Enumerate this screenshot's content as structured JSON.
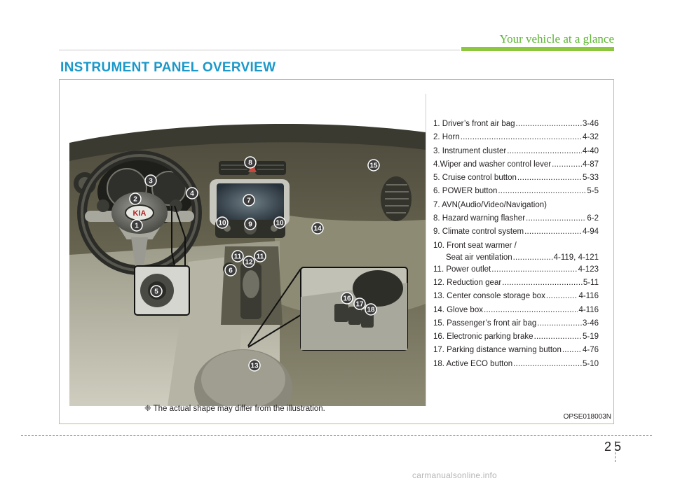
{
  "header": {
    "section": "Your vehicle at a glance"
  },
  "title": "INSTRUMENT PANEL OVERVIEW",
  "items": [
    {
      "label": "1. Driver’s front air bag",
      "page": "3-46"
    },
    {
      "label": "2. Horn",
      "page": "4-32"
    },
    {
      "label": "3. Instrument cluster",
      "page": "4-40"
    },
    {
      "label": "4.Wiper and washer control lever",
      "page": "4-87"
    },
    {
      "label": "5. Cruise control button",
      "page": "5-33"
    },
    {
      "label": "6. POWER button",
      "page": "5-5"
    },
    {
      "label": "7. AVN(Audio/Video/Navigation)",
      "page": ""
    },
    {
      "label": "8. Hazard warning flasher",
      "page": "6-2"
    },
    {
      "label": "9. Climate control system",
      "page": "4-94"
    },
    {
      "label": "10. Front seat warmer /",
      "label2": "Seat air ventilation",
      "page": "4-119, 4-121"
    },
    {
      "label": "11. Power outlet",
      "page": "4-123"
    },
    {
      "label": "12. Reduction gear",
      "page": "5-11"
    },
    {
      "label": "13. Center console storage box",
      "page": "4-116"
    },
    {
      "label": "14. Glove box",
      "page": "4-116"
    },
    {
      "label": "15. Passenger’s front air bag",
      "page": "3-46"
    },
    {
      "label": "16. Electronic parking brake",
      "page": "5-19"
    },
    {
      "label": "17. Parking distance warning button",
      "page": "4-76"
    },
    {
      "label": "18. Active ECO button",
      "page": "5-10"
    }
  ],
  "illustration": {
    "logo_text": "KIA",
    "callouts": [
      "1",
      "2",
      "3",
      "4",
      "5",
      "6",
      "7",
      "8",
      "9",
      "10",
      "10",
      "11",
      "11",
      "12",
      "13",
      "14",
      "15",
      "16",
      "17",
      "18"
    ]
  },
  "note": "❈ The actual shape may differ from the illustration.",
  "figure_code": "OPSE018003N",
  "page_number": {
    "chapter": "2",
    "page": "5"
  },
  "watermark": "carmanualsonline.info",
  "colors": {
    "accent_green": "#8dc63f",
    "title_blue": "#1a98c9",
    "callout_fill": "#3c3c3c"
  }
}
